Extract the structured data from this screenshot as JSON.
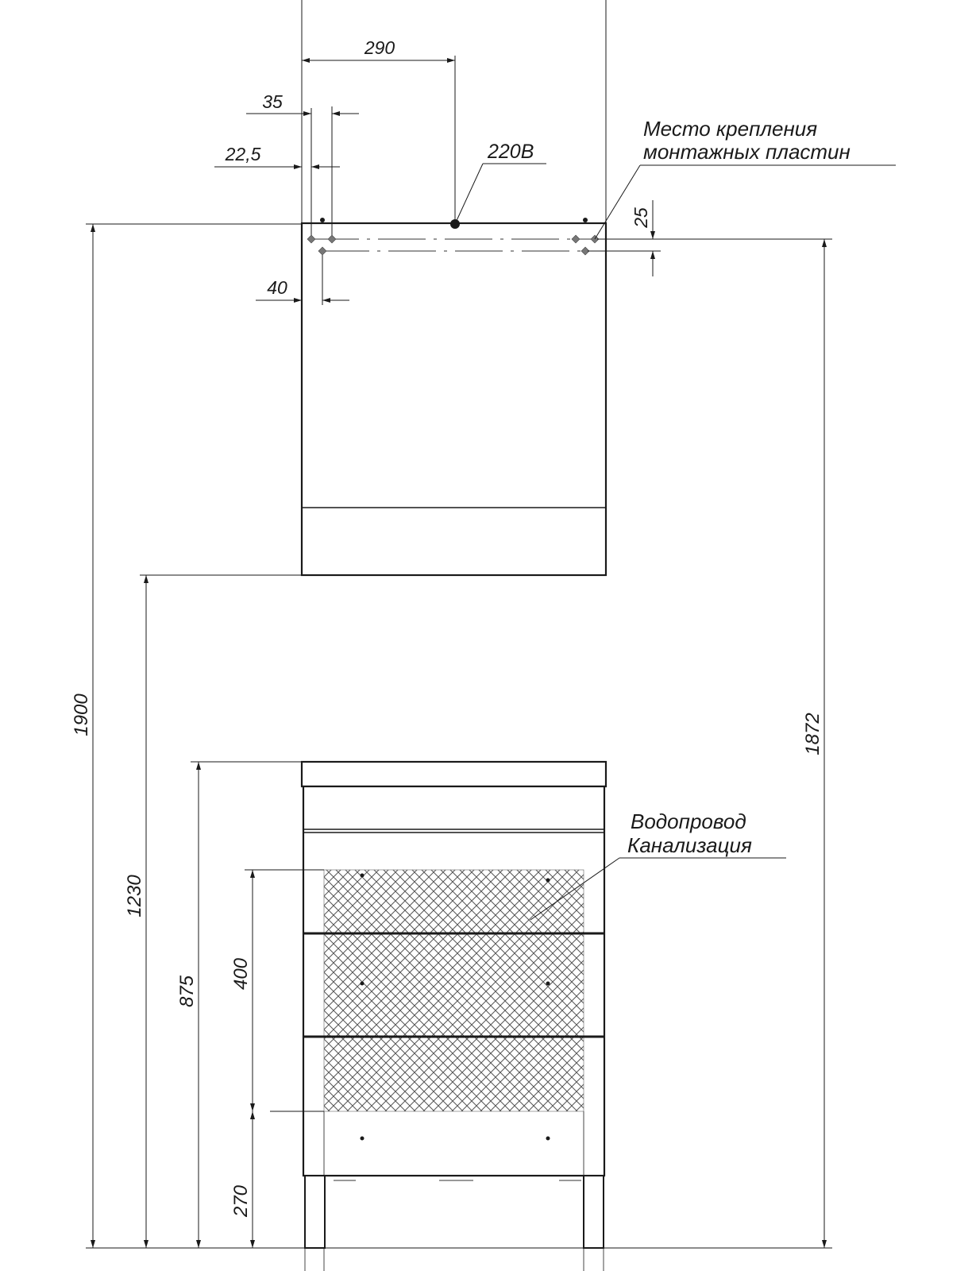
{
  "dimensions": {
    "top_offset_290": "290",
    "top_offset_35": "35",
    "top_offset_22_5": "22,5",
    "plate_offset_40": "40",
    "plate_spacing_25": "25",
    "total_height_1900": "1900",
    "cabinet_bottom_1230": "1230",
    "plate_height_1872": "1872",
    "sink_height_875": "875",
    "zone_height_400": "400",
    "zone_bottom_270": "270"
  },
  "notes": {
    "power": "220В",
    "mount_line1": "Место крепления",
    "mount_line2": "монтажных пластин",
    "plumbing_line1": "Водопровод",
    "plumbing_line2": "Канализация"
  },
  "colors": {
    "line": "#1a1a1a",
    "hatch": "#555555"
  }
}
